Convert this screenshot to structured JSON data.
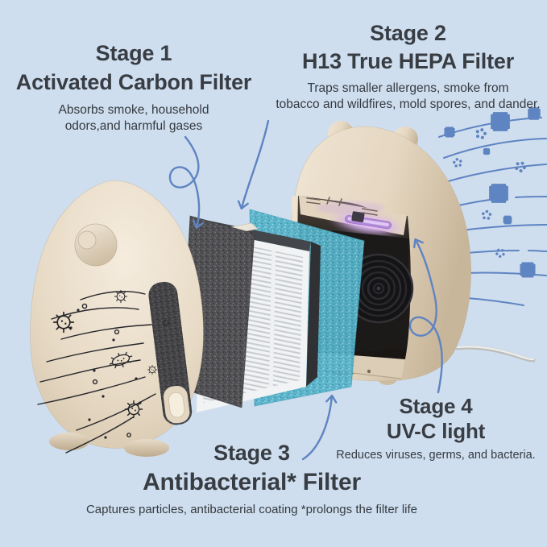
{
  "page": {
    "background_color": "#cfdeee",
    "accent_blue": "#5f84c2",
    "ink_color": "#383d44"
  },
  "stages": [
    {
      "title": "Stage 1",
      "subtitle": "Activated Carbon Filter",
      "description_lines": [
        "Absorbs smoke, household",
        "odors,and harmful gases"
      ]
    },
    {
      "title": "Stage 2",
      "subtitle": "H13 True HEPA Filter",
      "description_lines": [
        "Traps smaller allergens, smoke from",
        "tobacco and wildfires, mold spores, and dander."
      ]
    },
    {
      "title": "Stage 3",
      "subtitle": "Antibacterial* Filter",
      "description_lines": [
        "Captures particles, antibacterial coating *prolongs the filter life"
      ]
    },
    {
      "title": "Stage 4",
      "subtitle": "UV-C light",
      "description_lines": [
        "Reduces viruses, germs, and bacteria."
      ]
    }
  ],
  "illustration": {
    "device_body_color": "#e9dcc8",
    "carbon_filter_color": "#515154",
    "hepa_filter_color": "#f2f3f4",
    "antibacterial_filter_color": "#57b2c8",
    "uv_glow_color": "#d8b0f0",
    "fan_color": "#141416",
    "airflow_doodle_color": "#26262a",
    "power_cord_color": "#d7d7d5"
  }
}
